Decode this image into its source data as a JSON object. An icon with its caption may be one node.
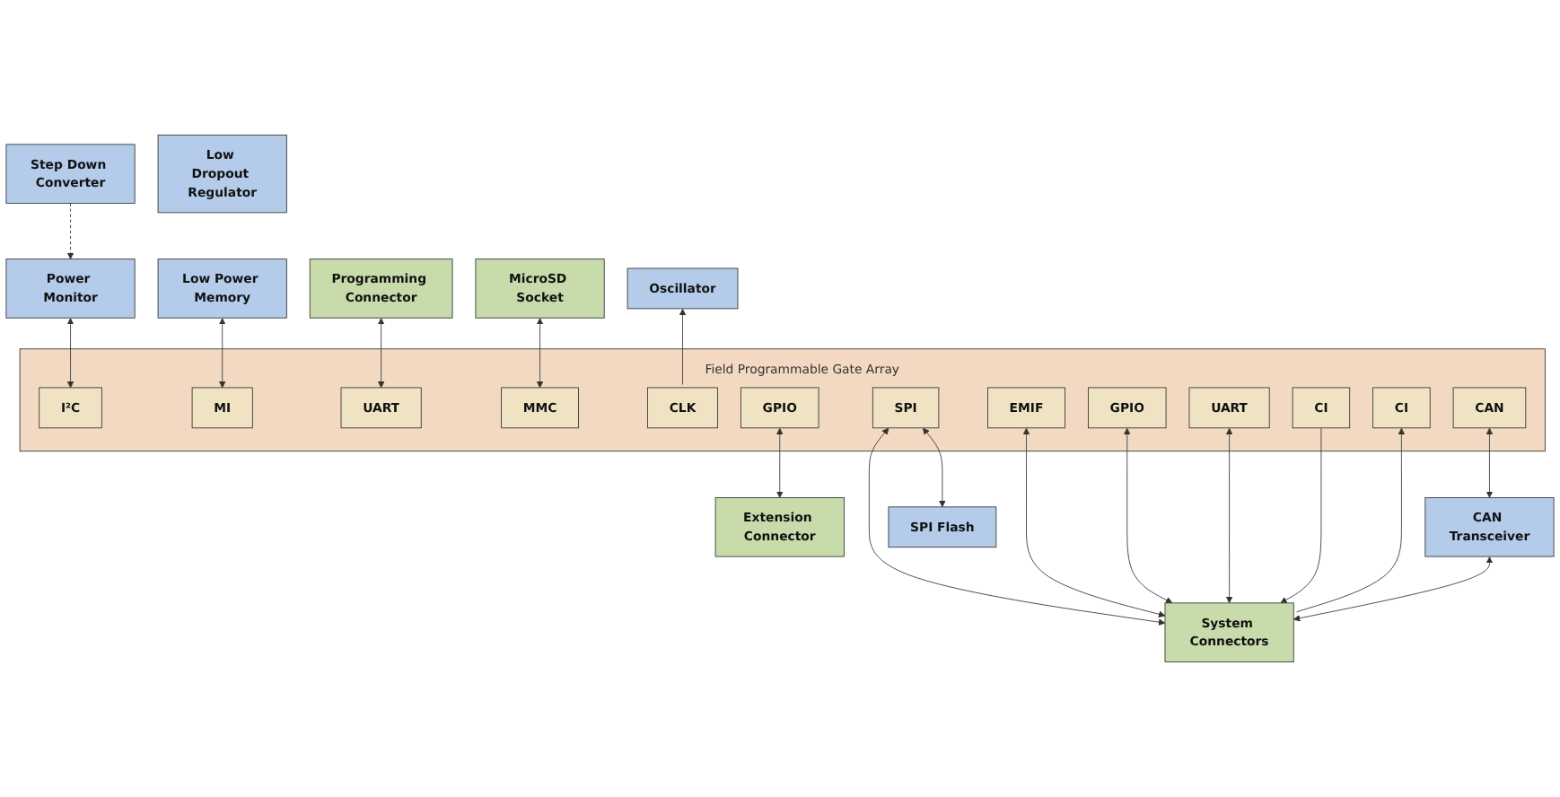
{
  "diagram": {
    "nodes": [
      {
        "text": [
          "Power Monitor"
        ]
      },
      {
        "text": [
          "Low Power Memory"
        ]
      },
      {
        "text": [
          "Programming Connector"
        ]
      },
      {
        "text": [
          "MicroSD Socket"
        ]
      },
      {
        "text": [
          "Oscillator"
        ]
      },
      {
        "text": [
          "Step Down Converter"
        ]
      },
      {
        "text": [
          "Field Programmable Gate Array"
        ]
      },
      {
        "text": [
          "I²C"
        ],
        "in": 6
      },
      {
        "text": [
          "MI"
        ],
        "in": 6
      },
      {
        "text": [
          "UART"
        ],
        "in": 6
      },
      {
        "text": [
          "MMC"
        ],
        "in": 6
      },
      {
        "text": [
          "CLK"
        ],
        "in": 6
      },
      {
        "text": [
          "GPIO"
        ],
        "in": 6
      },
      {
        "text": [
          "CAN"
        ],
        "in": 6
      },
      {
        "text": [
          "SPI"
        ],
        "in": 6
      },
      {
        "text": [
          "EMIF"
        ],
        "in": 6
      },
      {
        "text": [
          "GPIO"
        ],
        "in": 6
      },
      {
        "text": [
          "UART"
        ],
        "in": 6
      },
      {
        "text": [
          "CI"
        ],
        "in": 6
      },
      {
        "text": [
          "CI"
        ],
        "in": 6
      },
      {
        "text": [
          "Extension Connector"
        ]
      },
      {
        "text": [
          "Low Dropout Regulator"
        ]
      },
      {
        "text": [
          "CAN Transceiver"
        ]
      },
      {
        "text": [
          "System Connectors"
        ]
      },
      {
        "text": [
          "SPI Flash"
        ]
      }
    ],
    "edges": [
      {
        "from": 5,
        "to": 0,
        "arrow": "to",
        "style": "dashed"
      },
      {
        "from": 0,
        "to": 7,
        "arrow": "both"
      },
      {
        "from": 1,
        "to": 8,
        "arrow": "both"
      },
      {
        "from": 2,
        "to": 9,
        "arrow": "both"
      },
      {
        "from": 3,
        "to": 10,
        "arrow": "both"
      },
      {
        "from": 11,
        "to": 4,
        "arrow": "to"
      },
      {
        "from": 12,
        "to": 20,
        "arrow": "both"
      },
      {
        "from": 13,
        "to": 22,
        "arrow": "both"
      },
      {
        "from": 14,
        "to": 24,
        "arrow": "both"
      },
      {
        "from": 14,
        "to": 23,
        "arrow": "both"
      },
      {
        "from": 15,
        "to": 23,
        "arrow": "both"
      },
      {
        "from": 16,
        "to": 23,
        "arrow": "both"
      },
      {
        "from": 17,
        "to": 23,
        "arrow": "both"
      },
      {
        "from": 18,
        "to": 23,
        "arrow": "to"
      },
      {
        "from": 23,
        "to": 19,
        "arrow": "to"
      },
      {
        "from": 22,
        "to": 23,
        "arrow": "both"
      }
    ]
  }
}
